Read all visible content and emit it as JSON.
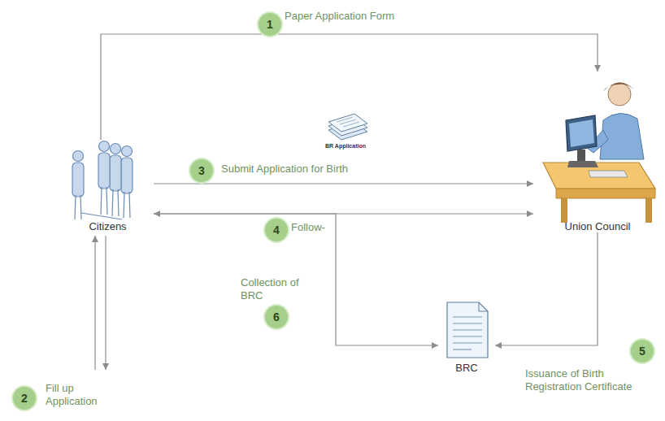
{
  "diagram": {
    "nodes": [
      {
        "text": [
          "Citizens"
        ]
      },
      {
        "text": [
          "Union Council"
        ]
      },
      {
        "text": [
          "BRC"
        ]
      }
    ],
    "edges": [
      {
        "from": 0,
        "to": 1,
        "arrow": "to",
        "label": "Paper Application Form"
      },
      {
        "from": 0,
        "to": 1,
        "arrow": "to",
        "label": "Submit Application for Birth"
      },
      {
        "from": 0,
        "to": 1,
        "arrow": "both",
        "label": "Follow-"
      },
      {
        "from": 1,
        "to": 2,
        "arrow": "to",
        "label": "Issuance of Birth Registration Certificate"
      },
      {
        "from": 0,
        "to": 2,
        "arrow": "to",
        "label": "Collection of BRC"
      }
    ],
    "labels": [
      "1",
      "BR Application",
      "3",
      "4",
      "6",
      "2",
      "Fill up Application",
      "5"
    ]
  }
}
